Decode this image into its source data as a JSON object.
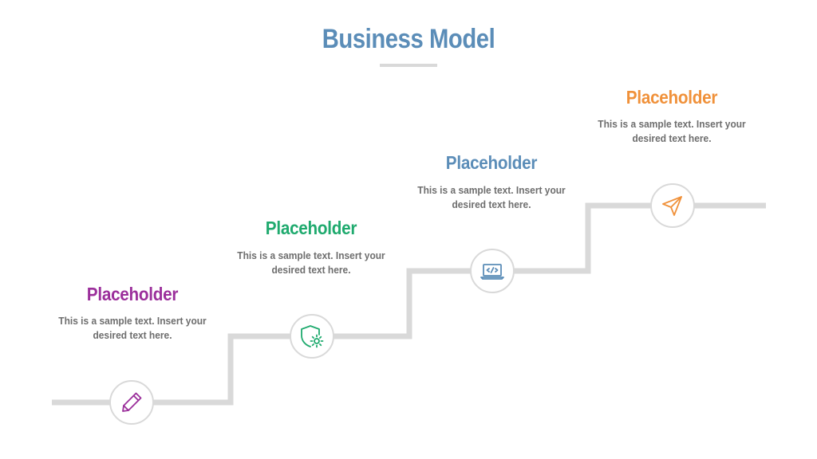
{
  "title": "Business Model",
  "colors": {
    "title": "#5b8db8",
    "line": "#d9d9d9",
    "body_text": "#6e6e6e"
  },
  "steps": [
    {
      "heading": "Placeholder",
      "text_line1": "This is a sample text. Insert your",
      "text_line2": "desired text here.",
      "color": "#9b2f9b",
      "icon": "pencil-icon"
    },
    {
      "heading": "Placeholder",
      "text_line1": "This is a sample text. Insert your",
      "text_line2": "desired text here.",
      "color": "#1faa6e",
      "icon": "shield-gear-icon"
    },
    {
      "heading": "Placeholder",
      "text_line1": "This is a sample text. Insert your",
      "text_line2": "desired text here.",
      "color": "#5b8db8",
      "icon": "laptop-code-icon"
    },
    {
      "heading": "Placeholder",
      "text_line1": "This is a sample text. Insert your",
      "text_line2": "desired text here.",
      "color": "#f0913a",
      "icon": "paper-plane-icon"
    }
  ]
}
